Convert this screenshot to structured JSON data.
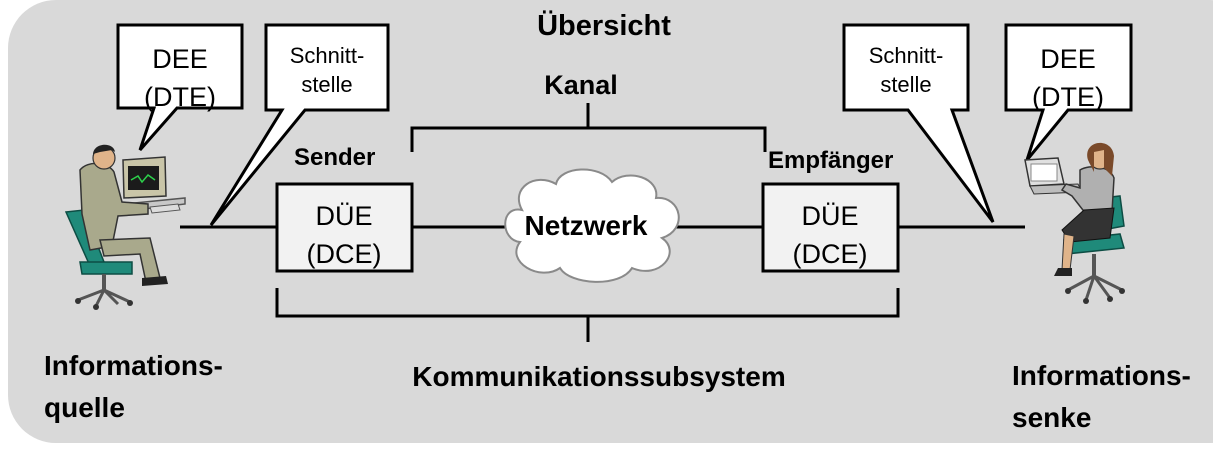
{
  "title": "Übersicht",
  "channel_label": "Kanal",
  "sender_label": "Sender",
  "receiver_label": "Empfänger",
  "network_label": "Netzwerk",
  "subsystem_label": "Kommunikationssubsystem",
  "left": {
    "dee_line1": "DEE",
    "dee_line2": "(DTE)",
    "interface_line1": "Schnitt-",
    "interface_line2": "stelle",
    "due_line1": "DÜE",
    "due_line2": "(DCE)",
    "info_line1": "Informations-",
    "info_line2": "quelle"
  },
  "right": {
    "dee_line1": "DEE",
    "dee_line2": "(DTE)",
    "interface_line1": "Schnitt-",
    "interface_line2": "stelle",
    "due_line1": "DÜE",
    "due_line2": "(DCE)",
    "info_line1": "Informations-",
    "info_line2": "senke"
  },
  "colors": {
    "panel": "#d9d9d9",
    "box_fill": "#f2f2f2",
    "chair": "#1f8a7a",
    "suit": "#a9a98c",
    "skirt": "#333333"
  },
  "icons": [
    "man-at-computer-icon",
    "woman-at-laptop-icon",
    "network-cloud-icon"
  ]
}
